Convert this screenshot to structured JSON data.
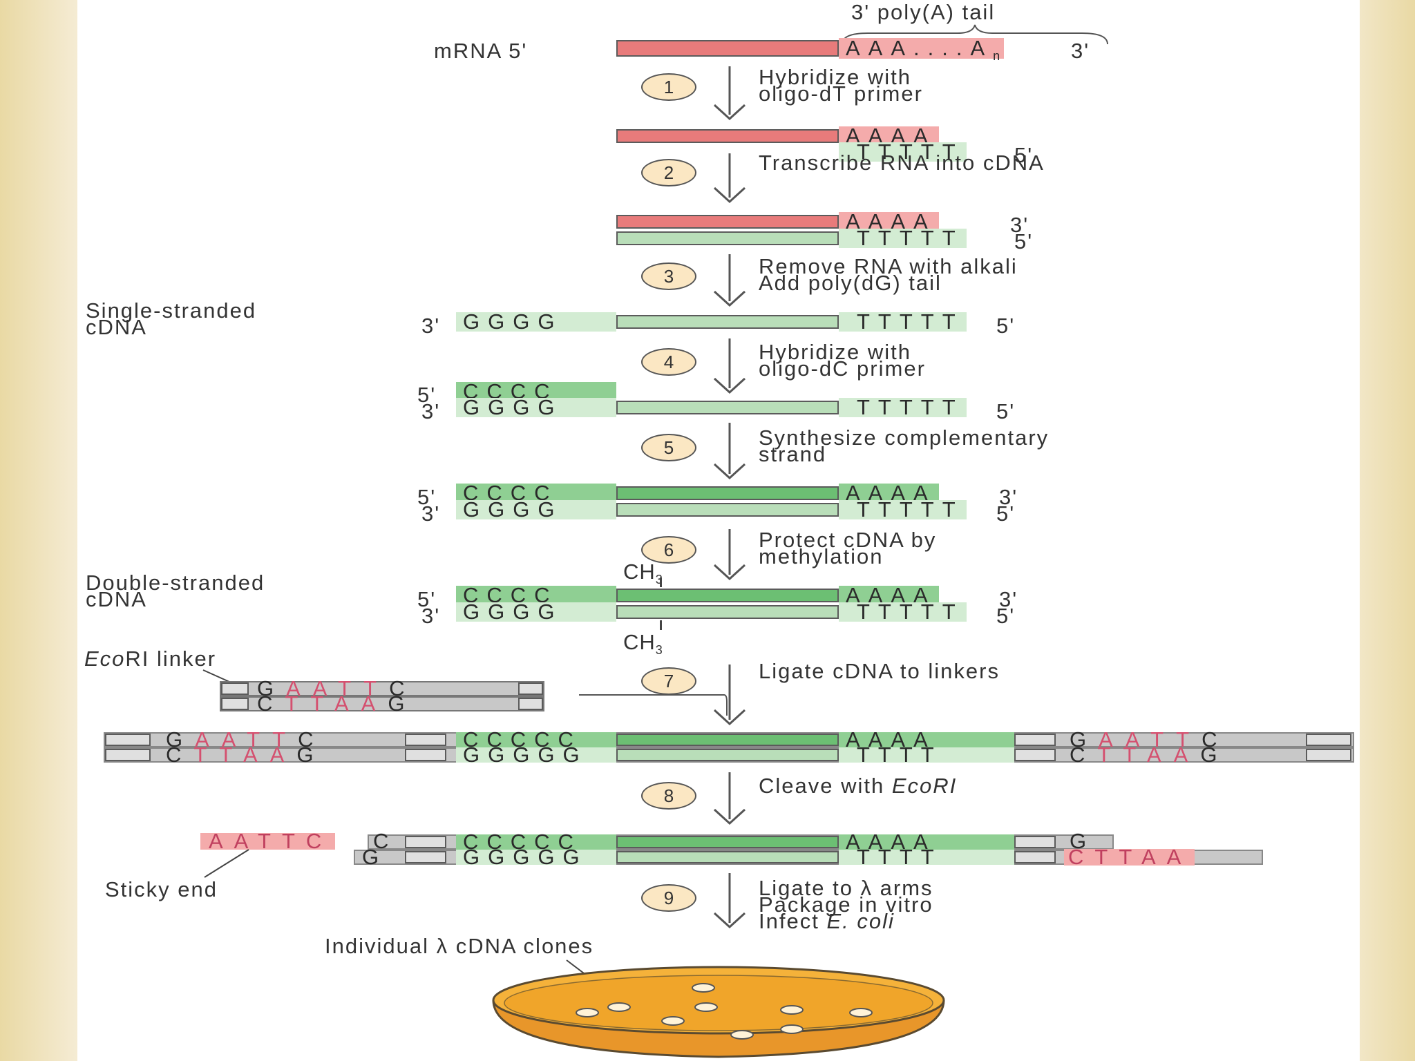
{
  "labels": {
    "poly_a_tail": "3' poly(A) tail",
    "mrna": "mRNA 5'",
    "single_stranded": "Single-stranded",
    "single_stranded_2": "cDNA",
    "double_stranded": "Double-stranded",
    "double_stranded_2": "cDNA",
    "ecori_italic": "Eco",
    "ecori_rest": "RI linker",
    "sticky_end": "Sticky end",
    "clones": "Individual λ cDNA clones",
    "ch3": "CH",
    "ch3_sub": "3"
  },
  "ends": {
    "three": "3'",
    "five": "5'"
  },
  "sequences": {
    "poly_a": "AAA....A",
    "poly_a_sub": "n",
    "a4": "AAAA",
    "t5": "TTTTT",
    "g5": "GGGG",
    "c5": "CCCC",
    "c5b": "CCCCC",
    "g5b": "GGGGG",
    "t4": "TTTT",
    "linker_top_g": "G",
    "linker_top_mid": "AATT",
    "linker_top_c": "C",
    "linker_bot_c": "C",
    "linker_bot_mid": "TTAA",
    "linker_bot_g": "G",
    "sticky_top": "AATTC",
    "sticky_bot_g": "G",
    "right_top_g": "G",
    "right_bot": "CTTAA"
  },
  "steps": [
    {
      "num": "1",
      "line1": "Hybridize with",
      "line2": "oligo-dT primer"
    },
    {
      "num": "2",
      "line1": "Transcribe RNA into cDNA",
      "line2": ""
    },
    {
      "num": "3",
      "line1": "Remove RNA with alkali",
      "line2": "Add poly(dG) tail"
    },
    {
      "num": "4",
      "line1": "Hybridize with",
      "line2": "oligo-dC primer"
    },
    {
      "num": "5",
      "line1": "Synthesize complementary",
      "line2": "strand"
    },
    {
      "num": "6",
      "line1": "Protect cDNA by",
      "line2": "methylation"
    },
    {
      "num": "7",
      "line1": "Ligate cDNA to linkers",
      "line2": ""
    },
    {
      "num": "8",
      "line1": "Cleave with ",
      "line2": "",
      "italic": "EcoRI"
    },
    {
      "num": "9",
      "line1": "Ligate to λ arms",
      "line2": "Package in vitro",
      "line3": "Infect ",
      "italic": "E. coli"
    }
  ],
  "colors": {
    "mrna": "#e87b7b",
    "cdna_light": "#b9deb9",
    "cdna_dark": "#6cbf73",
    "linker_pink": "#d4506f",
    "circle_fill": "#fbe7c3",
    "plate_orange": "#f0a52a"
  }
}
